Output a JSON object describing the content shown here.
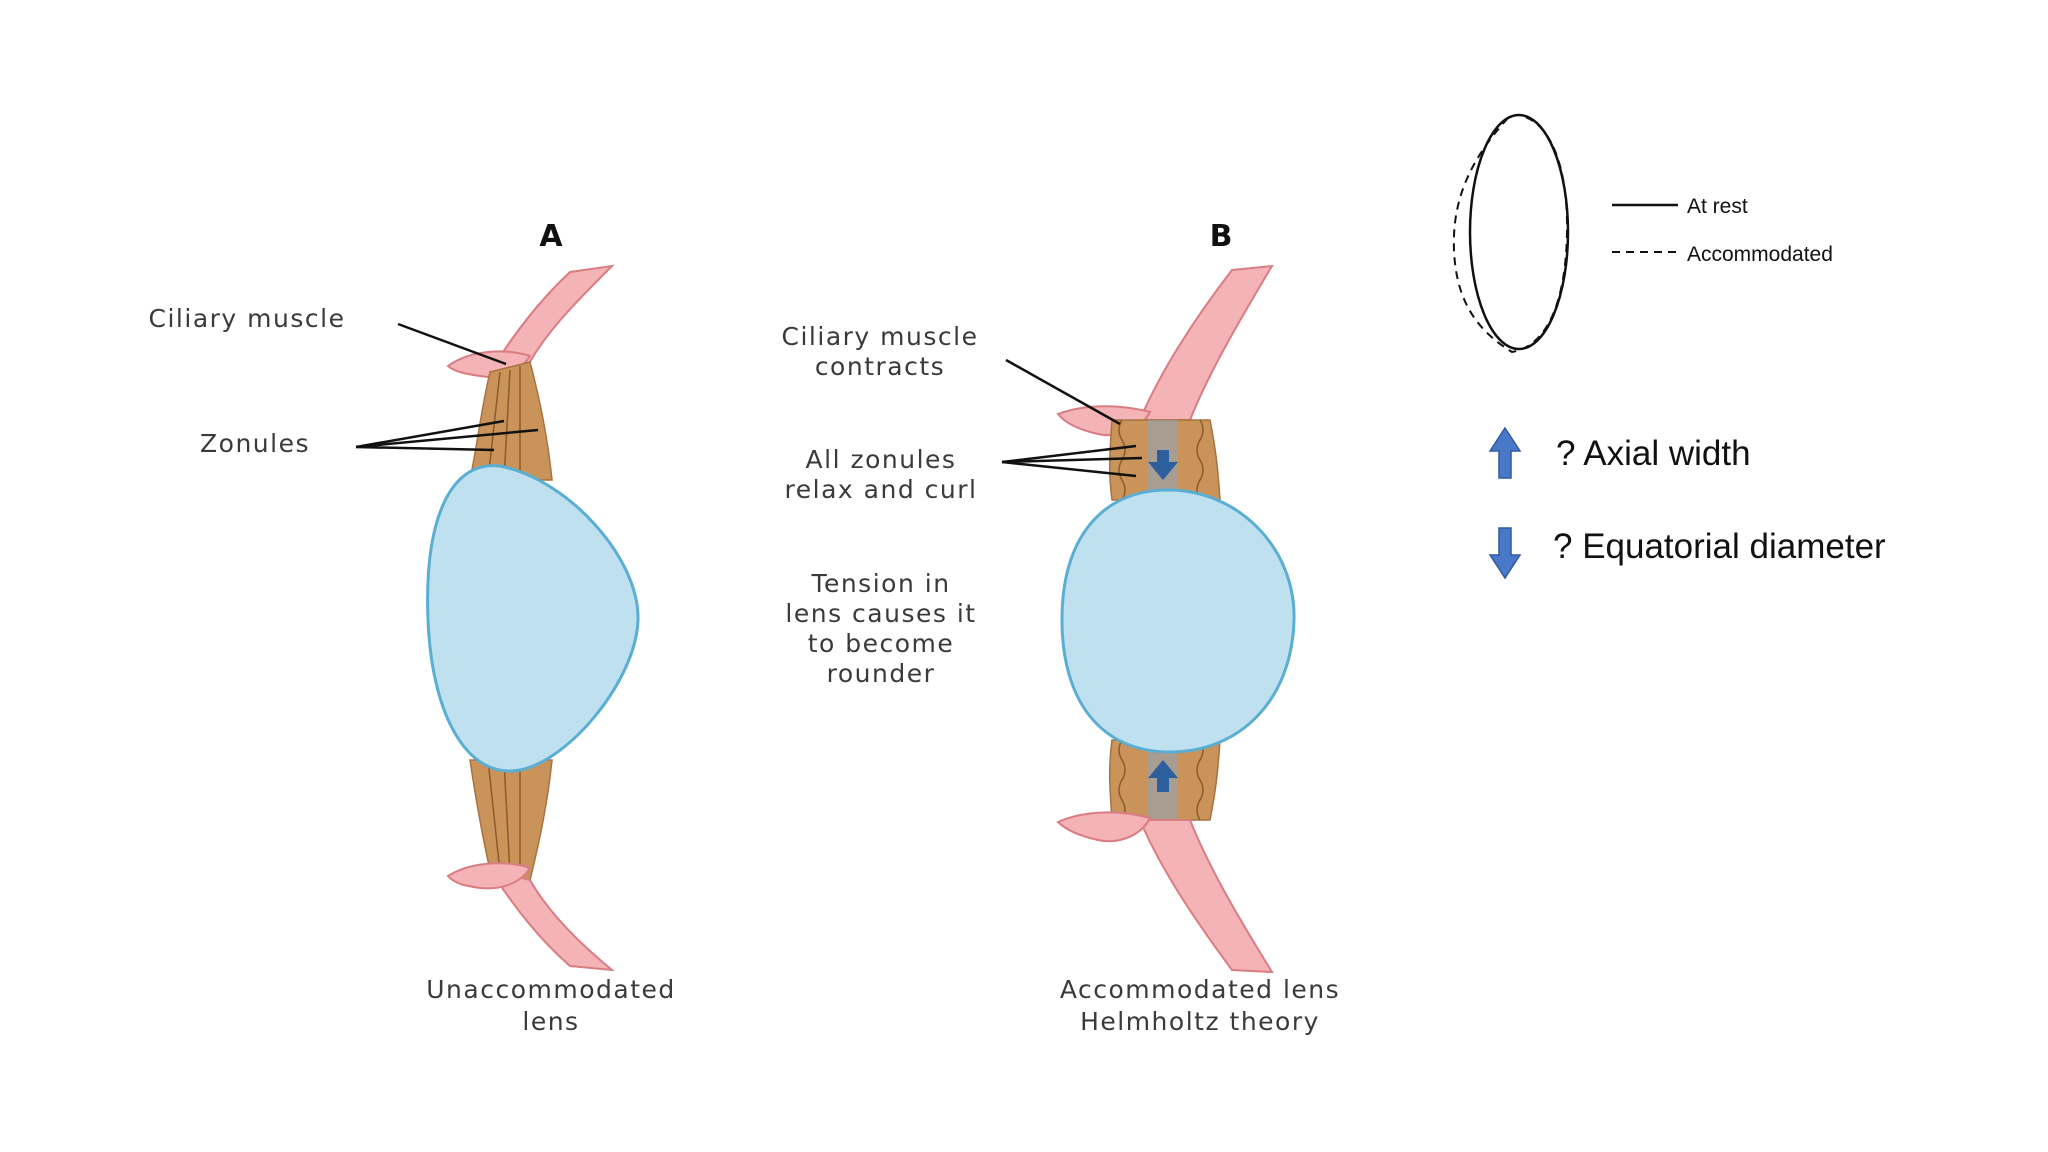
{
  "panel_a": {
    "letter": "A",
    "ciliary_muscle": "Ciliary muscle",
    "zonules": "Zonules",
    "caption_line1": "Unaccommodated",
    "caption_line2": "lens"
  },
  "panel_b": {
    "letter": "B",
    "ciliary_contracts_line1": "Ciliary muscle",
    "ciliary_contracts_line2": "contracts",
    "zonules_line1": "All zonules",
    "zonules_line2": "relax and curl",
    "tension_line1": "Tension in",
    "tension_line2": "lens causes it",
    "tension_line3": "to become",
    "tension_line4": "rounder",
    "caption_line1": "Accommodated lens",
    "caption_line2": "Helmholtz theory"
  },
  "legend": {
    "at_rest": "At rest",
    "accommodated": "Accommodated"
  },
  "arrows": {
    "up_label": "? Axial width",
    "down_label": "? Equatorial diameter",
    "arrow_color": "#4a78c8"
  },
  "colors": {
    "lens_fill": "#bfe0ef",
    "lens_stroke": "#5aaed3",
    "zonule_fill": "#c9935a",
    "muscle_fill": "#f4b3b6",
    "muscle_stroke": "#d97d83",
    "inner_arrow": "#2d5e9e"
  }
}
